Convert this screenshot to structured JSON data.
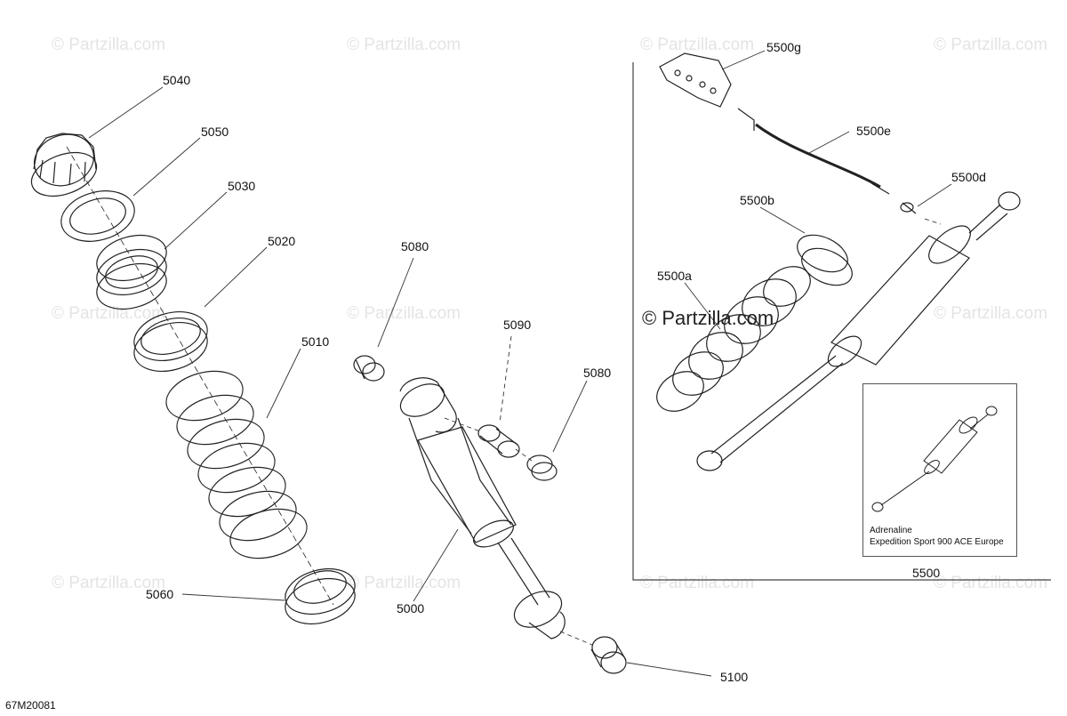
{
  "watermark": {
    "text": "© Partzilla.com",
    "main_text": "© Partzilla.com"
  },
  "parts": {
    "p5040": "5040",
    "p5050": "5050",
    "p5030": "5030",
    "p5020": "5020",
    "p5010": "5010",
    "p5060": "5060",
    "p5080a": "5080",
    "p5090": "5090",
    "p5080b": "5080",
    "p5000": "5000",
    "p5100": "5100",
    "p5500g": "5500g",
    "p5500e": "5500e",
    "p5500d": "5500d",
    "p5500b": "5500b",
    "p5500a": "5500a",
    "p5500": "5500"
  },
  "inset": {
    "line1": "Adrenaline",
    "line2": "Expedition Sport 900 ACE Europe"
  },
  "figure_code": "67M20081"
}
